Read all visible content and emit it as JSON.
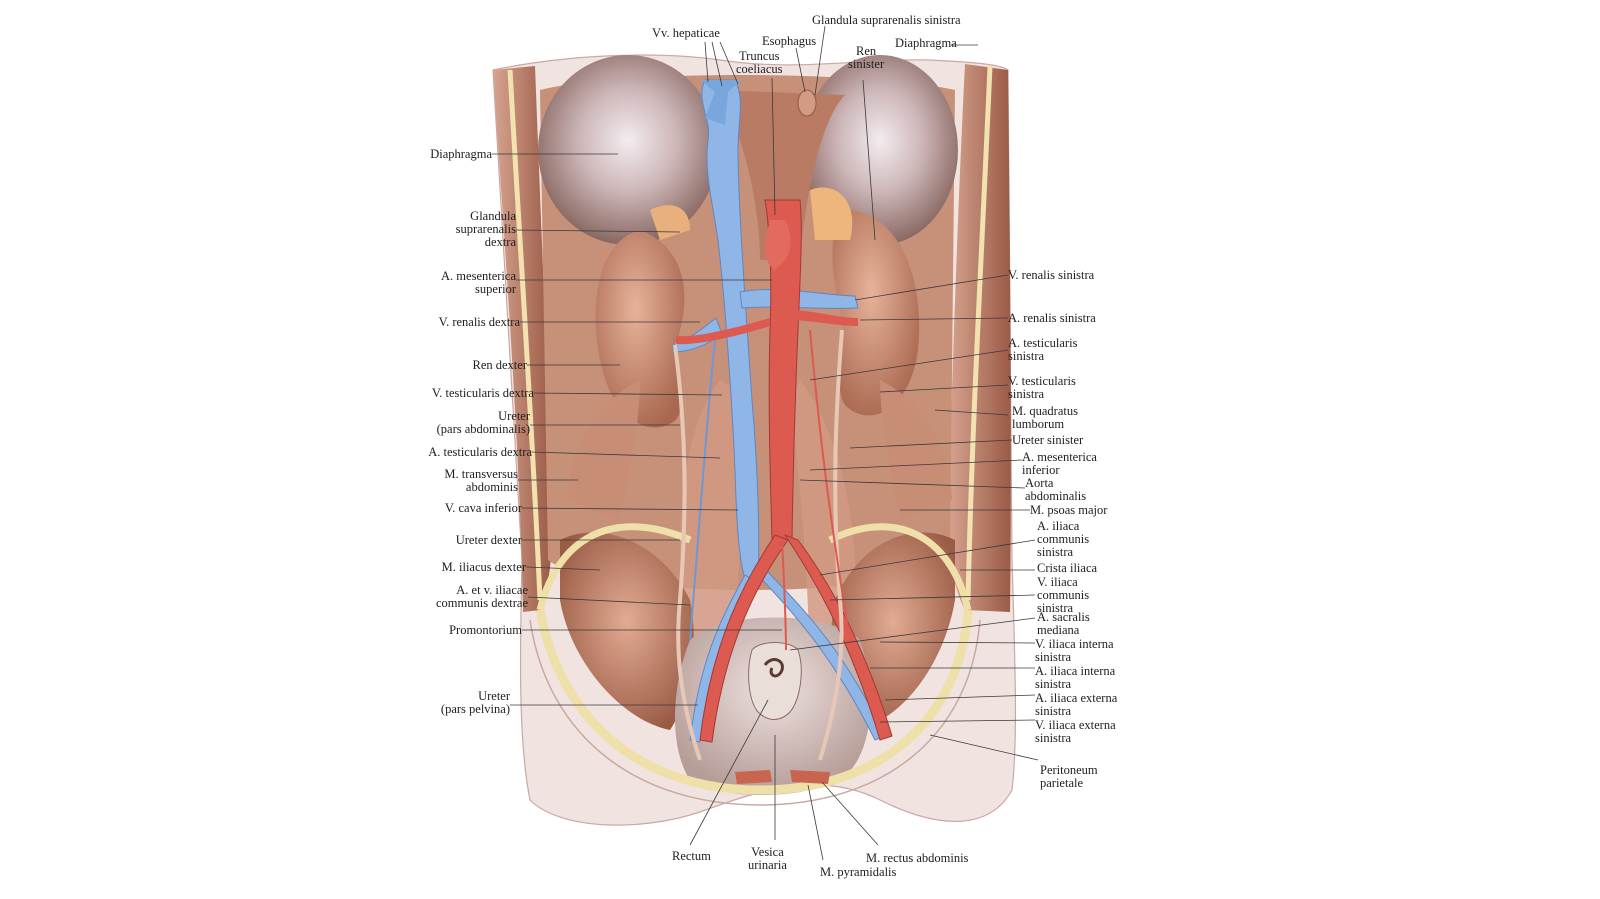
{
  "colors": {
    "vein": "#8fb6e6",
    "artery": "#dc5a50",
    "muscle": "#c98c74",
    "organ": "#c6876c",
    "fat": "#efe0aa",
    "leader": "#3a3a3a"
  },
  "labels": {
    "vv_hepaticae": "Vv. hepaticae",
    "glandula_sinistra": "Glandula suprarenalis sinistra",
    "esophagus": "Esophagus",
    "truncus": "Truncus\ncoeliacus",
    "ren_sinister": "Ren\nsinister",
    "diaphragma_top": "Diaphragma",
    "diaphragma_left": "Diaphragma",
    "glandula_dextra": "Glandula\nsuprarenalis\ndextra",
    "a_mesenterica_sup": "A. mesenterica\nsuperior",
    "v_renalis_dextra": "V. renalis dextra",
    "ren_dexter": "Ren dexter",
    "v_testicularis_dextra": "V. testicularis dextra",
    "ureter_abd": "Ureter\n(pars abdominalis)",
    "a_testicularis_dextra": "A. testicularis dextra",
    "m_transversus": "M. transversus\nabdominis",
    "v_cava": "V. cava inferior",
    "ureter_dexter": "Ureter dexter",
    "m_iliacus": "M. iliacus dexter",
    "a_v_iliacae": "A. et v. iliacae\ncommunis dextrae",
    "promontorium": "Promontorium",
    "ureter_pelv": "Ureter\n(pars pelvina)",
    "v_renalis_sin": "V. renalis sinistra",
    "a_renalis_sin": "A. renalis sinistra",
    "a_testicularis_sin": "A. testicularis\nsinistra",
    "v_testicularis_sin": "V. testicularis\nsinistra",
    "m_quadratus": "M. quadratus\nlumborum",
    "ureter_sinister": "Ureter sinister",
    "a_mesenterica_inf": "A. mesenterica\ninferior",
    "aorta": "Aorta\nabdominalis",
    "m_psoas": "M. psoas major",
    "a_iliaca_comm_sin": "A. iliaca\ncommunis\nsinistra",
    "crista": "Crista iliaca",
    "v_iliaca_comm_sin": "V. iliaca\ncommunis\nsinistra",
    "a_sacralis": "A. sacralis\nmediana",
    "v_iliaca_int_sin": "V. iliaca interna\nsinistra",
    "a_iliaca_int_sin": "A. iliaca interna\nsinistra",
    "a_iliaca_ext_sin": "A. iliaca externa\nsinistra",
    "v_iliaca_ext_sin": "V. iliaca externa\nsinistra",
    "peritoneum": "Peritoneum\nparietale",
    "rectum": "Rectum",
    "vesica": "Vesica\nurinaria",
    "m_rectus": "M. rectus abdominis",
    "m_pyramidalis": "M. pyramidalis"
  }
}
